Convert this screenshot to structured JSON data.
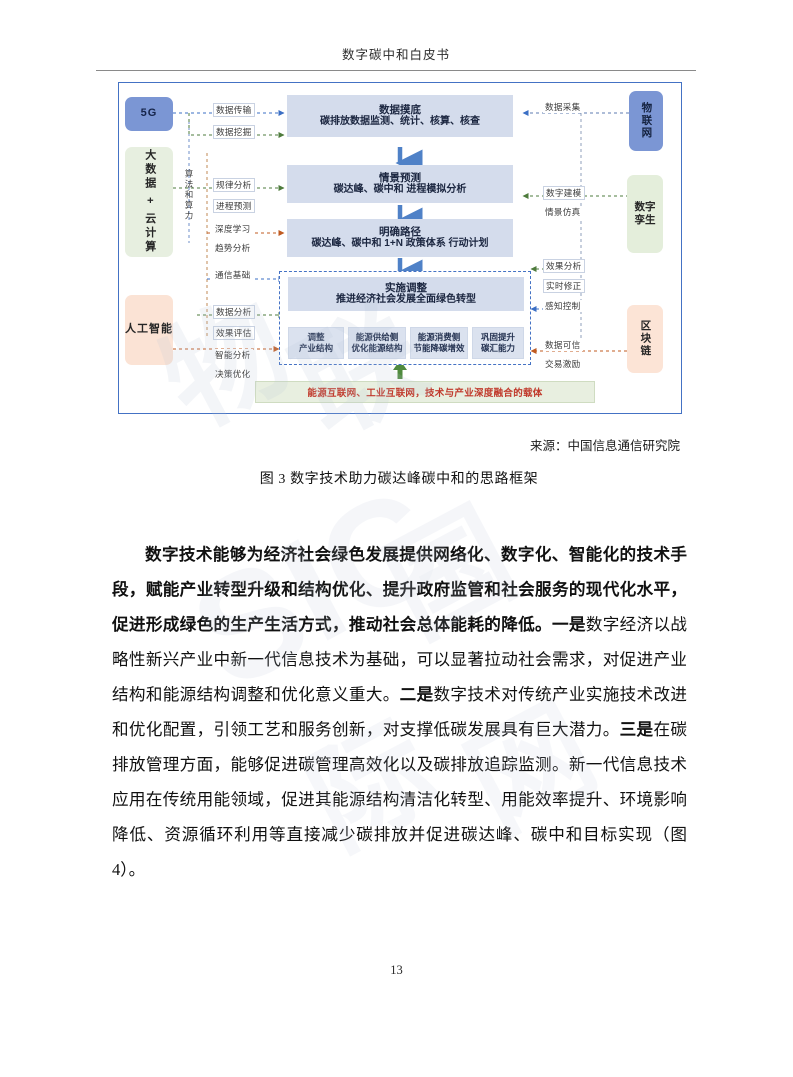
{
  "page": {
    "running_header": "数字碳中和白皮书",
    "page_number": "13"
  },
  "figure": {
    "caption": "图 3 数字技术助力碳达峰碳中和的思路框架",
    "source": "来源：中国信息通信研究院",
    "watermark_text": "SIC国际物联网",
    "border_color": "#4472c4",
    "left_pillars": [
      {
        "id": "5g",
        "label": "5G",
        "color": "#7b96d4",
        "orientation": "horizontal"
      },
      {
        "id": "bigdata-cloud",
        "label": "大数据 + 云计算",
        "color": "#e7efe0",
        "orientation": "vertical"
      },
      {
        "id": "ai",
        "label": "人工智能",
        "color": "#fbe3d5",
        "orientation": "horizontal"
      }
    ],
    "left_axis_label": "算法和算力",
    "right_pillars": [
      {
        "id": "iot",
        "label": "物联网",
        "color": "#7b96d4"
      },
      {
        "id": "digital-twin",
        "label": "数字孪生",
        "color": "#e4eedb"
      },
      {
        "id": "blockchain",
        "label": "区块链",
        "color": "#fce4d6"
      }
    ],
    "stages": [
      {
        "id": "data-survey",
        "title": "数据摸底",
        "detail": "碳排放数据监测、统计、核算、核查"
      },
      {
        "id": "scenario-forecast",
        "title": "情景预测",
        "detail": "碳达峰、碳中和 进程模拟分析"
      },
      {
        "id": "clear-path",
        "title": "明确路径",
        "detail": "碳达峰、碳中和 1+N 政策体系 行动计划"
      },
      {
        "id": "implement-adjust",
        "title": "实施调整",
        "detail": "推进经济社会发展全面绿色转型"
      }
    ],
    "sub_measures": [
      {
        "id": "industry-structure",
        "line1": "调整",
        "line2": "产业结构"
      },
      {
        "id": "energy-supply",
        "line1": "能源供给侧",
        "line2": "优化能源结构"
      },
      {
        "id": "energy-consumption",
        "line1": "能源消费侧",
        "line2": "节能降碳增效"
      },
      {
        "id": "carbon-sink",
        "line1": "巩固提升",
        "line2": "碳汇能力"
      }
    ],
    "left_edge_labels": [
      {
        "id": "data-transfer",
        "text": "数据传输",
        "boxed": true
      },
      {
        "id": "data-mining",
        "text": "数据挖掘",
        "boxed": true
      },
      {
        "id": "pattern-analysis",
        "text": "规律分析",
        "boxed": true
      },
      {
        "id": "process-forecast",
        "text": "进程预测",
        "boxed": true
      },
      {
        "id": "deep-learning",
        "text": "深度学习",
        "boxed": false
      },
      {
        "id": "trend-analysis",
        "text": "趋势分析",
        "boxed": false
      },
      {
        "id": "comm-infrastructure",
        "text": "通信基础",
        "boxed": false
      },
      {
        "id": "data-analysis",
        "text": "数据分析",
        "boxed": true
      },
      {
        "id": "effect-evaluation",
        "text": "效果评估",
        "boxed": true
      },
      {
        "id": "smart-analysis",
        "text": "智能分析",
        "boxed": false
      },
      {
        "id": "decision-optimization",
        "text": "决策优化",
        "boxed": false
      }
    ],
    "right_edge_labels": [
      {
        "id": "data-collection",
        "text": "数据采集",
        "boxed": false
      },
      {
        "id": "digital-modeling",
        "text": "数字建模",
        "boxed": true
      },
      {
        "id": "scenario-simulation",
        "text": "情景仿真",
        "boxed": false
      },
      {
        "id": "effect-analysis",
        "text": "效果分析",
        "boxed": true
      },
      {
        "id": "realtime-correction",
        "text": "实时修正",
        "boxed": true
      },
      {
        "id": "sensing-control",
        "text": "感知控制",
        "boxed": false
      },
      {
        "id": "data-trust",
        "text": "数据可信",
        "boxed": false
      },
      {
        "id": "trade-incentive",
        "text": "交易激励",
        "boxed": false
      }
    ],
    "carrier_banner": {
      "text": "能源互联网、工业互联网，技术与产业深度融合的载体",
      "text_color": "#c0392b",
      "background": "#e8efe0"
    }
  },
  "body": {
    "paragraph_segments": [
      {
        "bold": true,
        "text": "数字技术能够为经济社会绿色发展提供网络化、数字化、智能化的技术手段，赋能产业转型升级和结构优化、提升政府监管和社会服务的现代化水平，促进形成绿色的生产生活方式，推动社会总体能耗的降低。"
      },
      {
        "bold": true,
        "text": "一是"
      },
      {
        "bold": false,
        "text": "数字经济以战略性新兴产业中新一代信息技术为基础，可以显著拉动社会需求，对促进产业结构和能源结构调整和优化意义重大。"
      },
      {
        "bold": true,
        "text": "二是"
      },
      {
        "bold": false,
        "text": "数字技术对传统产业实施技术改进和优化配置，引领工艺和服务创新，对支撑低碳发展具有巨大潜力。"
      },
      {
        "bold": true,
        "text": "三是"
      },
      {
        "bold": false,
        "text": "在碳排放管理方面，能够促进碳管理高效化以及碳排放追踪监测。新一代信息技术应用在传统用能领域，促进其能源结构清洁化转型、用能效率提升、环境影响降低、资源循环利用等直接减少碳排放并促进碳达峰、碳中和目标实现（图 4）。"
      }
    ]
  }
}
